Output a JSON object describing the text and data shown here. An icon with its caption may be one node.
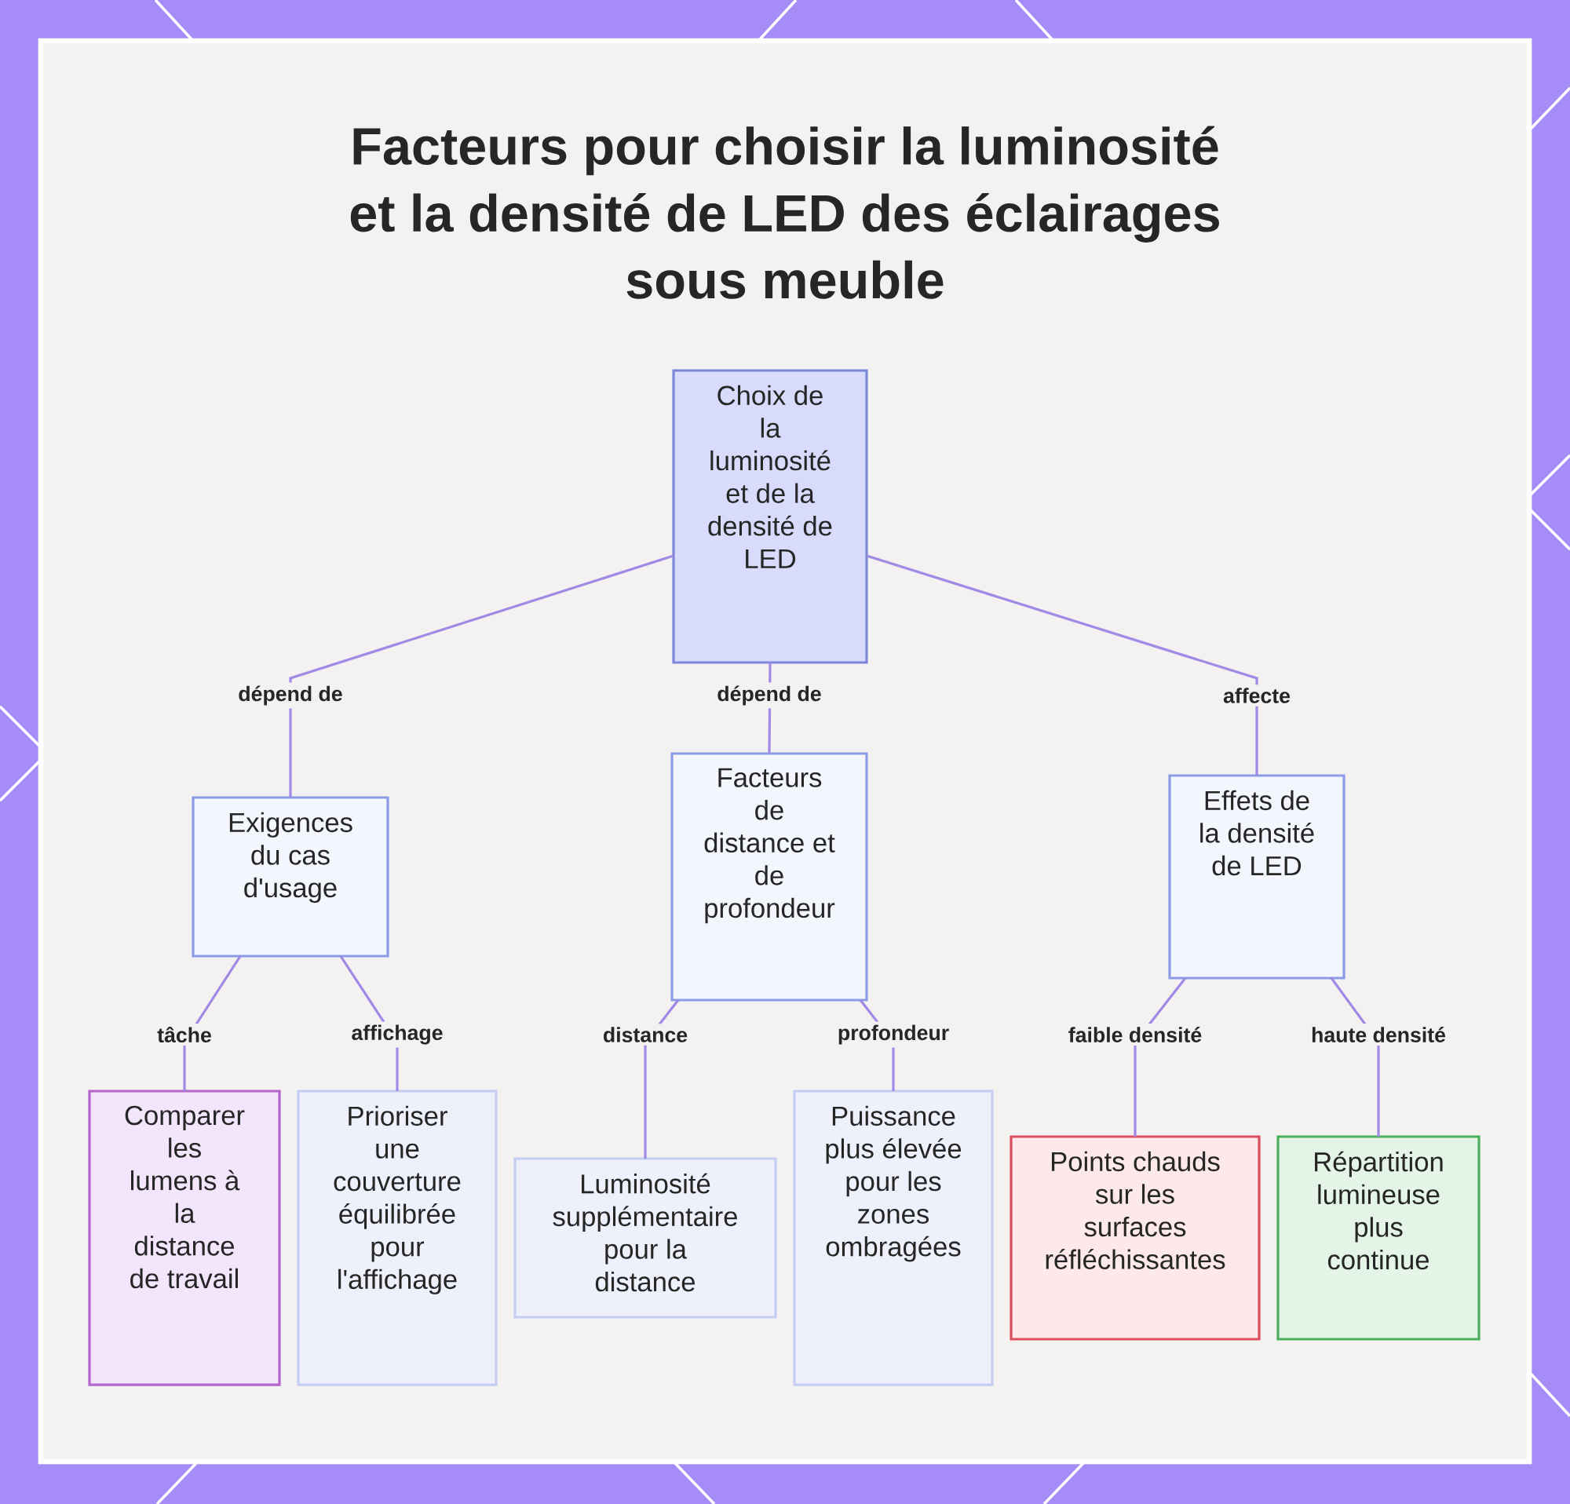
{
  "diagram": {
    "title": "Facteurs pour choisir la luminosité et la densité de LED des éclairages sous meuble",
    "nodes": [
      {
        "text": [
          "Choix de la luminosité et de la densité de LED"
        ]
      },
      {
        "text": [
          "Exigences du cas d'usage"
        ]
      },
      {
        "text": [
          "Facteurs de distance et de profondeur"
        ]
      },
      {
        "text": [
          "Effets de la densité de LED"
        ]
      },
      {
        "text": [
          "Comparer les lumens à la distance de travail"
        ]
      },
      {
        "text": [
          "Prioriser une couverture équilibrée pour l'affichage"
        ]
      },
      {
        "text": [
          "Luminosité supplémentaire pour la distance"
        ]
      },
      {
        "text": [
          "Puissance plus élevée pour les zones ombragées"
        ]
      },
      {
        "text": [
          "Points chauds sur les surfaces réfléchissantes"
        ]
      },
      {
        "text": [
          "Répartition lumineuse plus continue"
        ]
      }
    ],
    "edges": [
      {
        "from": 0,
        "to": 1,
        "arrow": "none",
        "label": "dépend de"
      },
      {
        "from": 0,
        "to": 2,
        "arrow": "none",
        "label": "dépend de"
      },
      {
        "from": 0,
        "to": 3,
        "arrow": "none",
        "label": "affecte"
      },
      {
        "from": 1,
        "to": 4,
        "arrow": "none",
        "label": "tâche"
      },
      {
        "from": 1,
        "to": 5,
        "arrow": "none",
        "label": "affichage"
      },
      {
        "from": 2,
        "to": 6,
        "arrow": "none",
        "label": "distance"
      },
      {
        "from": 2,
        "to": 7,
        "arrow": "none",
        "label": "profondeur"
      },
      {
        "from": 3,
        "to": 8,
        "arrow": "none",
        "label": "faible densité"
      },
      {
        "from": 3,
        "to": 9,
        "arrow": "none",
        "label": "haute densité"
      }
    ]
  }
}
